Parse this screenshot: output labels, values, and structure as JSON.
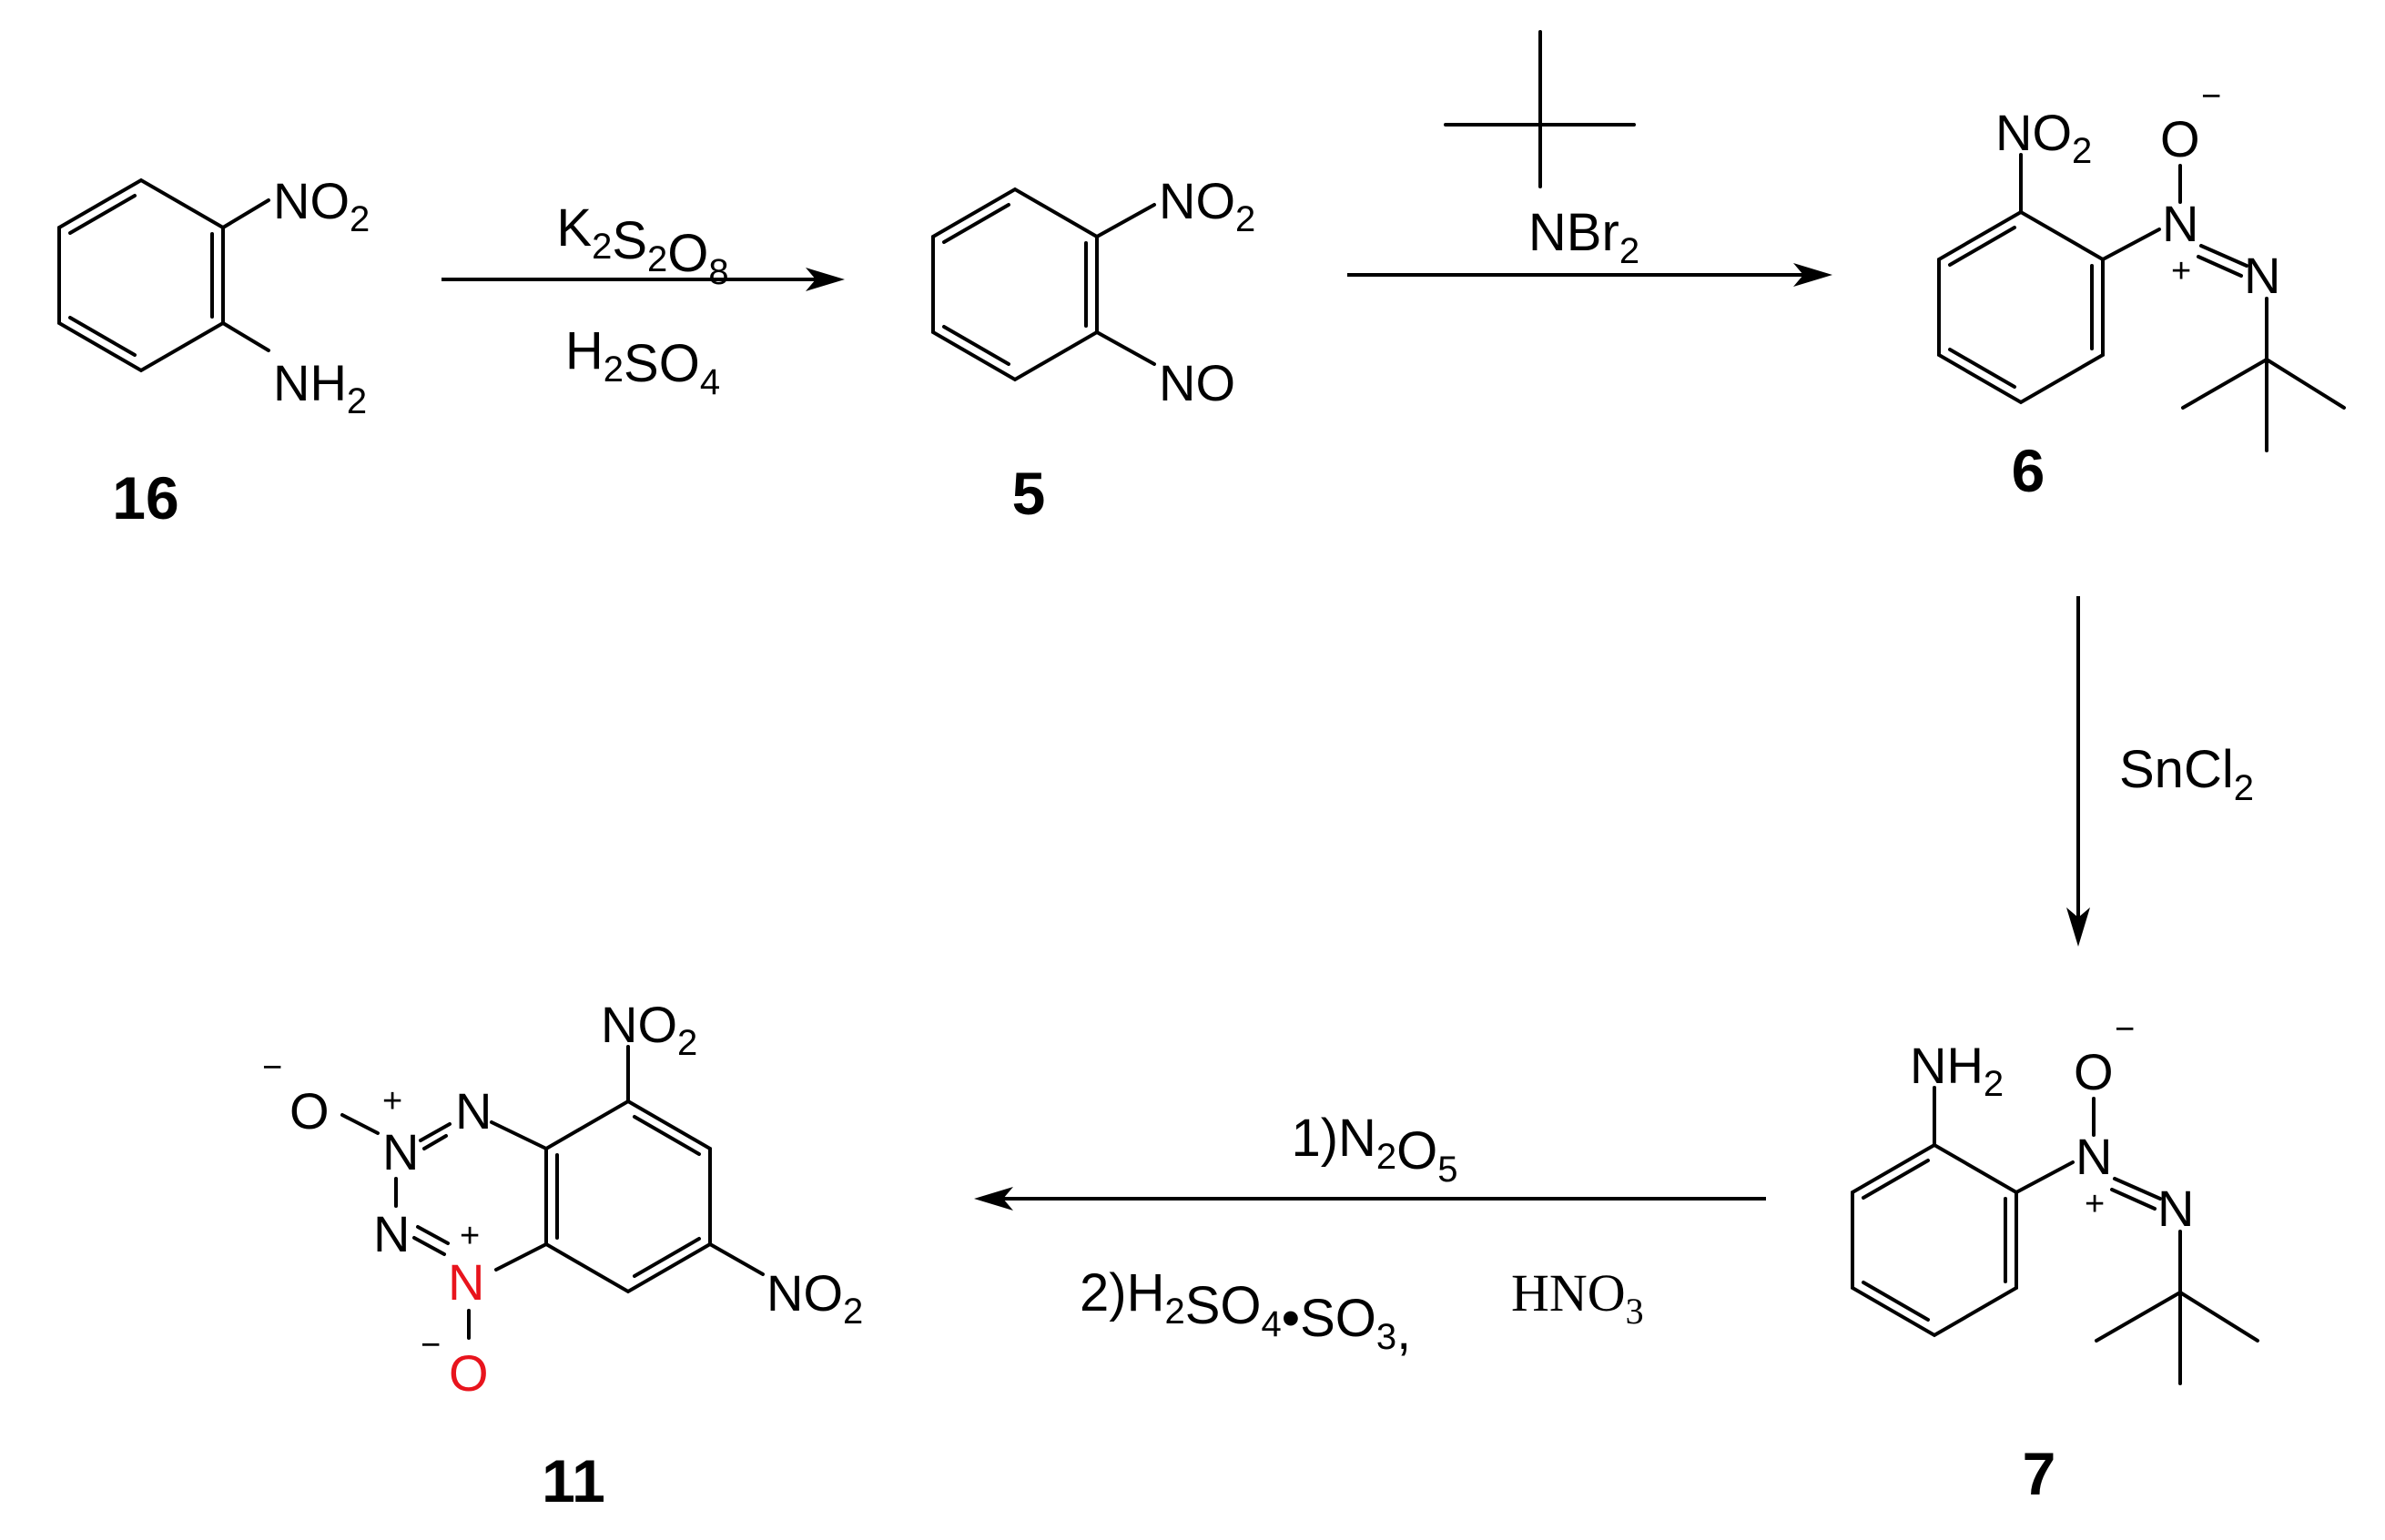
{
  "colors": {
    "ink": "#000000",
    "highlight": "#e8141d",
    "background": "#ffffff"
  },
  "compounds": {
    "c16": {
      "label": "16",
      "sub1": "NO2",
      "sub2": "NH2"
    },
    "c5": {
      "label": "5",
      "sub1": "NO2",
      "sub2": "NO"
    },
    "c6": {
      "label": "6",
      "nitro": "NO2",
      "oxide": "O",
      "n_plus": "N",
      "n_azo": "N"
    },
    "c7": {
      "label": "7",
      "amine": "NH2",
      "oxide": "O",
      "n_plus": "N",
      "n_azo": "N"
    },
    "c11": {
      "label": "11",
      "nitro_top": "NO2",
      "nitro_right": "NO2",
      "o_left": "O",
      "n1": "N",
      "n2": "N",
      "n3": "N",
      "n4": "N",
      "o_bottom": "O"
    }
  },
  "reactions": {
    "step1": {
      "reagent_top": "K2S2O8",
      "reagent_bottom": "H2SO4"
    },
    "step2": {
      "reagent": "NBr2"
    },
    "step3": {
      "reagent": "SnCl2"
    },
    "step4": {
      "line1": "1)N2O5",
      "line2": "2)H2SO4•SO3,",
      "line2_tail": "HNO3"
    }
  },
  "charges": {
    "plus": "+",
    "minus": "−"
  }
}
